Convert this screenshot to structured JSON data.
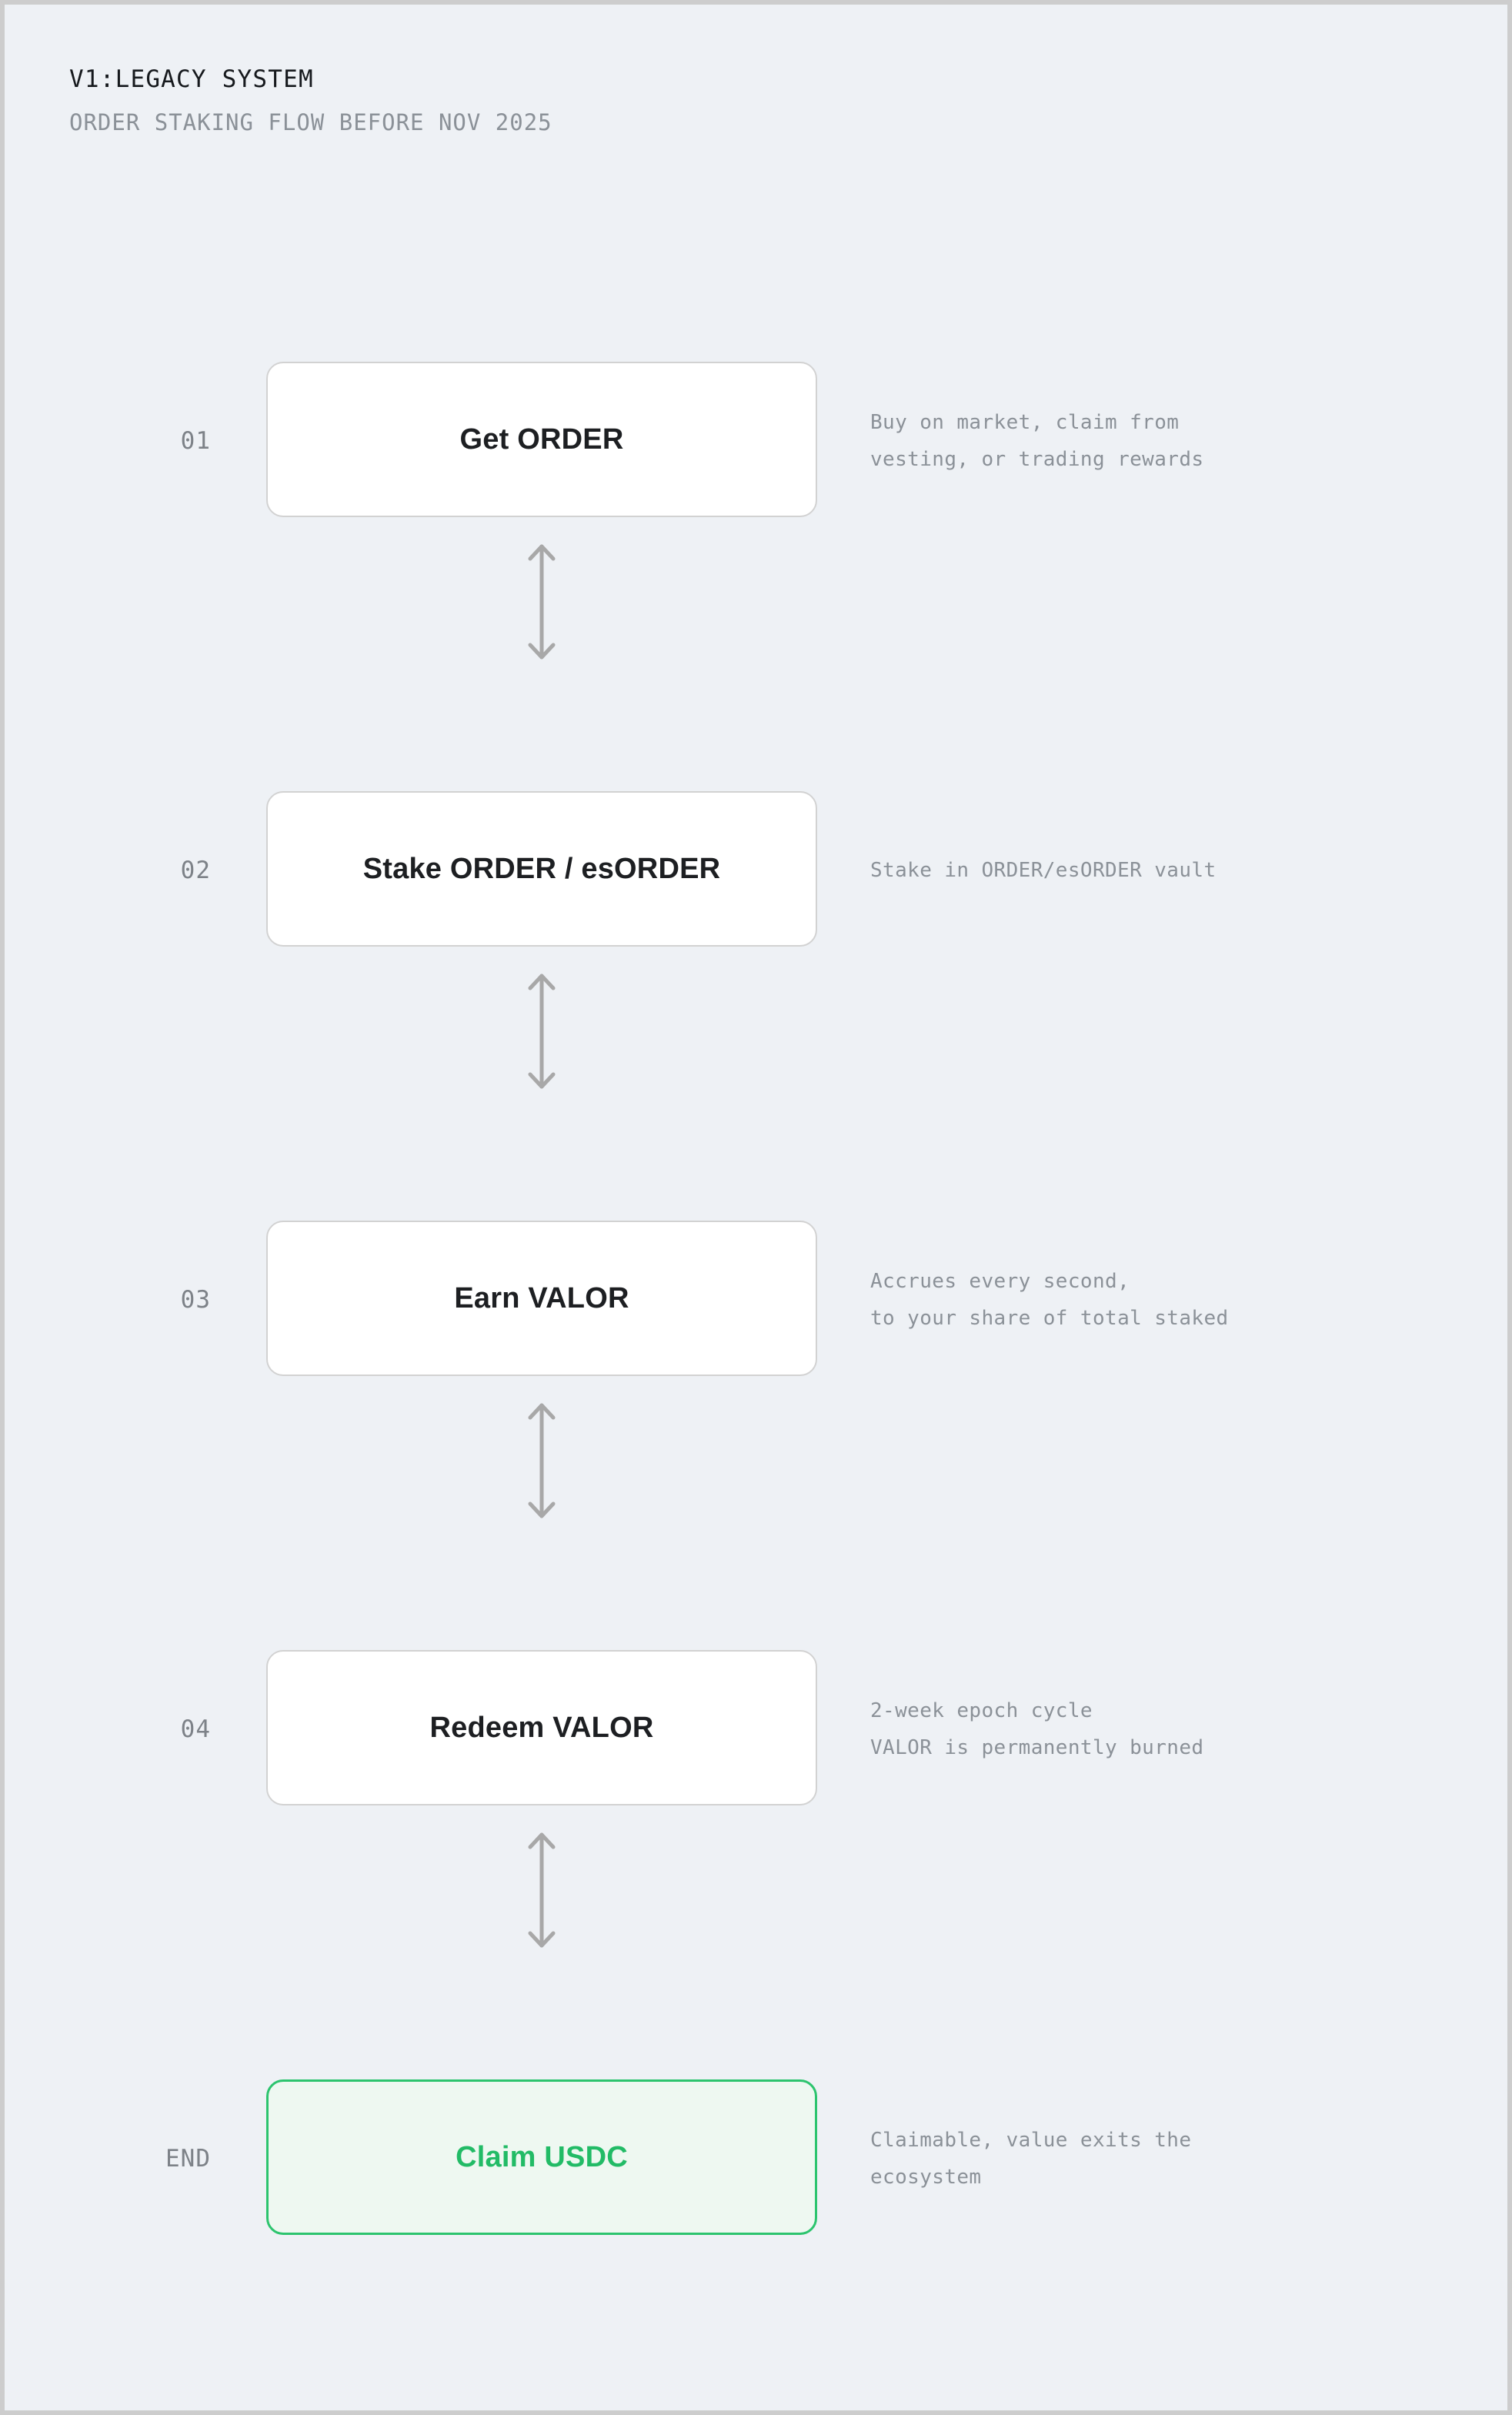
{
  "page": {
    "background_color": "#eef1f5",
    "frame_color": "#cdcdcd"
  },
  "header": {
    "title": "V1:LEGACY SYSTEM",
    "subtitle": "ORDER STAKING FLOW BEFORE NOV 2025"
  },
  "colors": {
    "card_border": "#d2d2d2",
    "card_background": "#ffffff",
    "card_label": "#1d1f22",
    "step_number": "#7d8288",
    "description": "#8b9198",
    "arrow": "#a8a8a8",
    "accent_green": "#2cc46e",
    "accent_green_fill": "#eef8f1",
    "accent_green_text": "#22bb66"
  },
  "flow": {
    "steps": [
      {
        "number": "01",
        "label": "Get ORDER",
        "description_lines": [
          "Buy on market, claim from",
          "vesting, or trading rewards"
        ],
        "highlight": false
      },
      {
        "number": "02",
        "label": "Stake ORDER / esORDER",
        "description_lines": [
          "Stake in ORDER/esORDER vault"
        ],
        "highlight": false
      },
      {
        "number": "03",
        "label": "Earn VALOR",
        "description_lines": [
          "Accrues every second,",
          "to your share of total staked"
        ],
        "highlight": false
      },
      {
        "number": "04",
        "label": "Redeem VALOR",
        "description_lines": [
          "2-week epoch cycle",
          "VALOR is permanently burned"
        ],
        "highlight": false
      },
      {
        "number": "END",
        "label": "Claim USDC",
        "description_lines": [
          "Claimable, value exits the",
          "ecosystem"
        ],
        "highlight": true
      }
    ],
    "connector": {
      "icon": "double-headed-vertical-arrow",
      "count": 4
    }
  }
}
